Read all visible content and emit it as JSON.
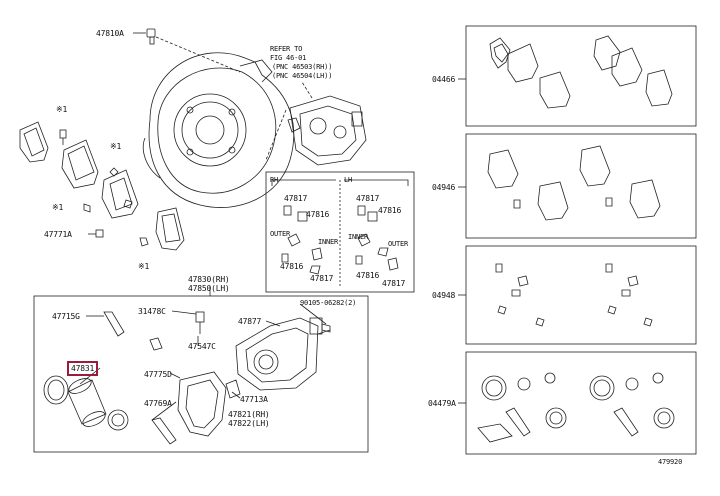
{
  "labels": {
    "p47810A": "47810A",
    "refer_1": "REFER TO",
    "refer_2": "FIG 46-01",
    "refer_3": "(PNC 46503(RH))",
    "refer_4": "(PNC 46504(LH))",
    "mark1a": "※1",
    "mark1b": "※1",
    "mark1c": "※1",
    "mark1d": "※1",
    "p47771A": "47771A",
    "p47830": "47830(RH)",
    "p47850": "47850(LH)",
    "p47715G": "47715G",
    "p31478C": "31478C",
    "p90105": "90105-06282(2)",
    "p47877": "47877",
    "p47547C": "47547C",
    "p47831": "47831",
    "p47775D": "47775D",
    "p47713A": "47713A",
    "p47769A": "47769A",
    "p47821": "47821(RH)",
    "p47822": "47822(LH)",
    "inset_rh": "RH",
    "inset_lh": "LH",
    "i47817a": "47817",
    "i47816a": "47816",
    "i47817b": "47817",
    "i47816b": "47816",
    "outer1": "OUTER",
    "inner1": "INNER",
    "inner2": "INNER",
    "outer2": "OUTER",
    "i47816c": "47816",
    "i47817c": "47817",
    "i47816d": "47816",
    "i47817d": "47817",
    "k04466": "04466",
    "k04946": "04946",
    "k04948": "04948",
    "k04479A": "04479A",
    "diagram_id": "479920"
  },
  "accent_color": "#9b1b3a"
}
